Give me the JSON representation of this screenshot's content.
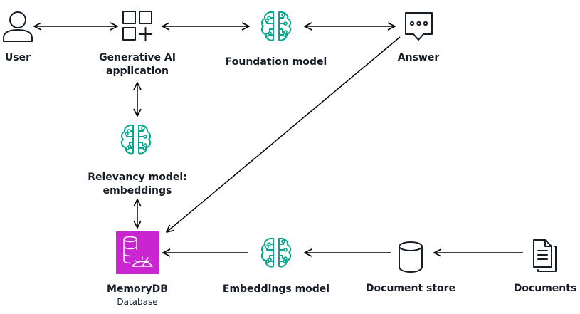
{
  "nodes": {
    "user": {
      "label": "User"
    },
    "genai": {
      "label_line1": "Generative AI",
      "label_line2": "application"
    },
    "foundation": {
      "label": "Foundation model"
    },
    "answer": {
      "label": "Answer"
    },
    "relevancy": {
      "label_line1": "Relevancy model:",
      "label_line2": "embeddings"
    },
    "memorydb": {
      "label": "MemoryDB",
      "sublabel": "Database"
    },
    "embeddings": {
      "label": "Embeddings model"
    },
    "docstore": {
      "label": "Document store"
    },
    "documents": {
      "label": "Documents"
    }
  },
  "icons": {
    "user": "user-icon",
    "genai": "application-grid-icon",
    "model": "brain-circuit-icon",
    "answer": "chat-bubble-icon",
    "memorydb": "memorydb-database-icon",
    "docstore": "cylinder-database-icon",
    "documents": "documents-icon"
  },
  "colors": {
    "model_accent": "#01a88d",
    "memorydb_bg": "#c925d1",
    "text": "#161d26"
  }
}
